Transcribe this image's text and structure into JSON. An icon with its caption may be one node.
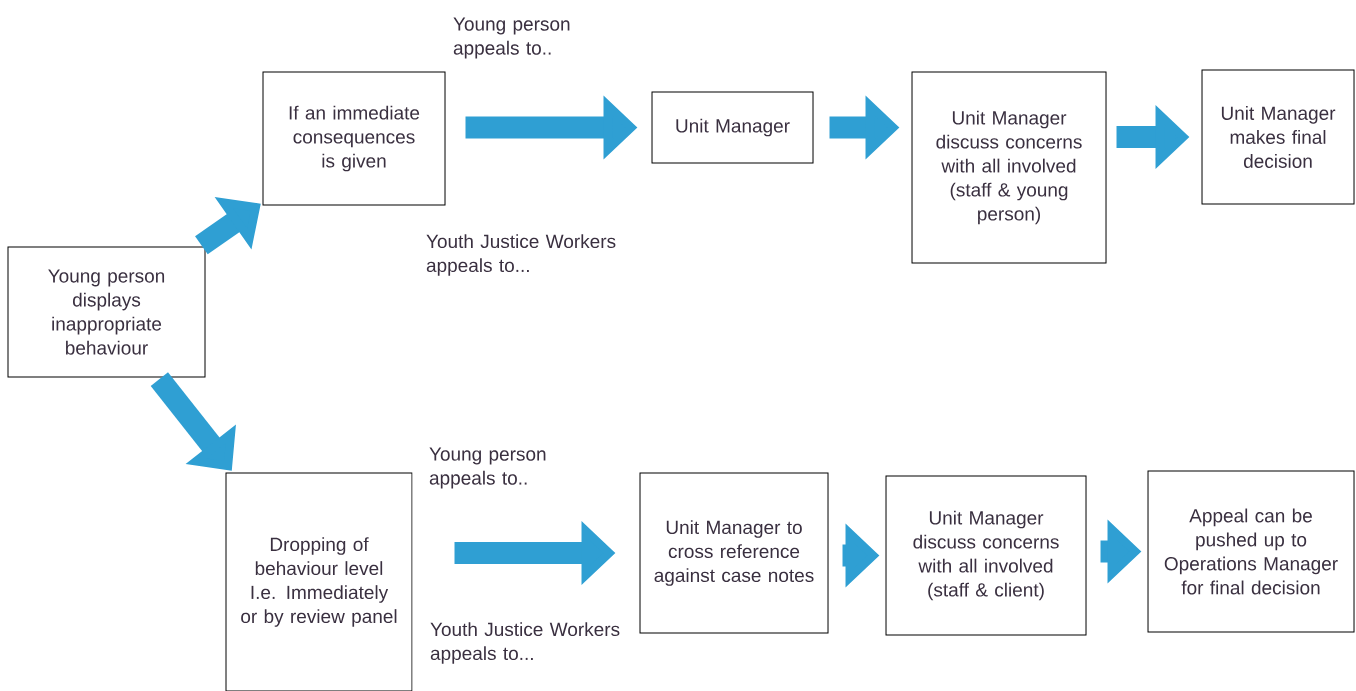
{
  "diagram": {
    "nodes": [
      {
        "text": [
          "Young person displays inappropriate behaviour"
        ]
      },
      {
        "text": [
          "If an immediate consequences is given"
        ]
      },
      {
        "text": [
          "Unit Manager"
        ]
      },
      {
        "text": [
          "Unit Manager discuss concerns with all involved (staff & young person)"
        ]
      },
      {
        "text": [
          "Unit Manager makes final decision"
        ]
      },
      {
        "text": [
          "Dropping of behaviour level I.e. Immediately or by review panel"
        ]
      },
      {
        "text": [
          "Unit Manager to cross reference against case notes"
        ]
      },
      {
        "text": [
          "Unit Manager discuss concerns with all involved (staff & client)"
        ]
      },
      {
        "text": [
          "Appeal can be pushed up to Operations Manager for final decision"
        ]
      }
    ],
    "edges": [
      {
        "from": 0,
        "to": 1,
        "arrow": "to"
      },
      {
        "from": 1,
        "to": 2,
        "arrow": "to"
      },
      {
        "from": 2,
        "to": 3,
        "arrow": "to"
      },
      {
        "from": 3,
        "to": 4,
        "arrow": "to"
      },
      {
        "from": 0,
        "to": 5,
        "arrow": "to"
      },
      {
        "from": 5,
        "to": 6,
        "arrow": "to"
      },
      {
        "from": 6,
        "to": 7,
        "arrow": "to"
      },
      {
        "from": 7,
        "to": 8,
        "arrow": "to"
      }
    ],
    "labels": [
      "Young person appeals to..",
      "Youth Justice Workers appeals to...",
      "Young person appeals to..",
      "Youth Justice Workers appeals to..."
    ]
  }
}
